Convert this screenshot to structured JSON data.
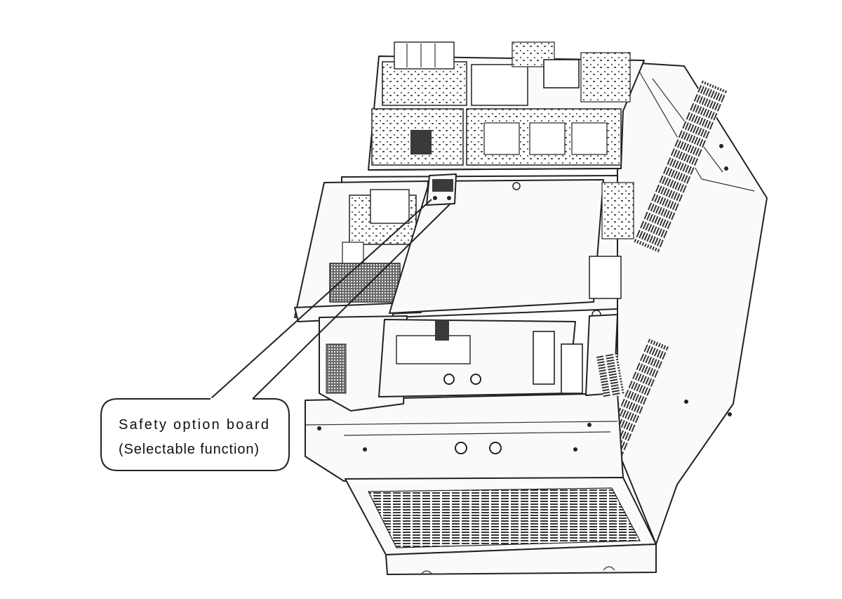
{
  "callout": {
    "line1": "Safety  option  board",
    "line2": "(Selectable function)"
  },
  "colors": {
    "line": "#222222",
    "background": "#ffffff"
  },
  "icons": [
    "inverter-unit-drawing",
    "safety-option-board-icon"
  ]
}
